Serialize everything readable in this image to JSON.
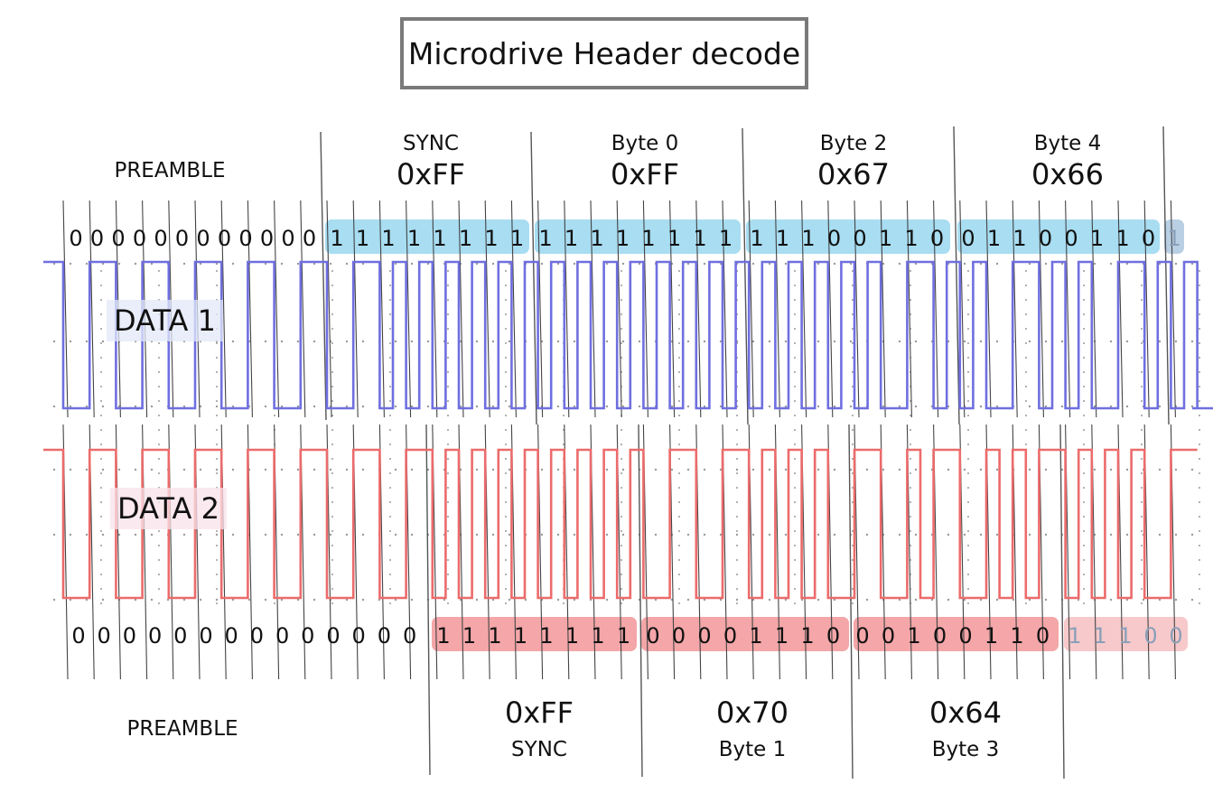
{
  "title": "Microdrive Header decode",
  "colors": {
    "data1_trace": "#6f6fe0",
    "data2_trace": "#ec6b6b",
    "data1_highlight": "#a8ddf2",
    "data2_highlight": "#f4a6a8",
    "data2_highlight_faded": "#f7c9ca",
    "grid_dots": "#9a9a9a",
    "dividers": "#555555"
  },
  "channels": {
    "data1": {
      "label": "DATA 1"
    },
    "data2": {
      "label": "DATA 2"
    }
  },
  "top_groups": [
    {
      "name": "PREAMBLE",
      "value": ""
    },
    {
      "name": "SYNC",
      "value": "0xFF"
    },
    {
      "name": "Byte 0",
      "value": "0xFF"
    },
    {
      "name": "Byte 2",
      "value": "0x67"
    },
    {
      "name": "Byte 4",
      "value": "0x66"
    }
  ],
  "bottom_groups": [
    {
      "name": "PREAMBLE",
      "value": ""
    },
    {
      "name": "SYNC",
      "value": "0xFF"
    },
    {
      "name": "Byte 1",
      "value": "0x70"
    },
    {
      "name": "Byte 3",
      "value": "0x64"
    }
  ],
  "data1_bits": {
    "preamble": [
      "0",
      "0",
      "0",
      "0",
      "0",
      "0",
      "0",
      "0",
      "0",
      "0",
      "0",
      "0"
    ],
    "sync": [
      "1",
      "1",
      "1",
      "1",
      "1",
      "1",
      "1",
      "1"
    ],
    "byte0": [
      "1",
      "1",
      "1",
      "1",
      "1",
      "1",
      "1",
      "1"
    ],
    "byte2": [
      "1",
      "1",
      "1",
      "0",
      "0",
      "1",
      "1",
      "0"
    ],
    "byte4": [
      "0",
      "1",
      "1",
      "0",
      "0",
      "1",
      "1",
      "0"
    ],
    "next": [
      "1"
    ]
  },
  "data2_bits": {
    "preamble": [
      "0",
      "0",
      "0",
      "0",
      "0",
      "0",
      "0",
      "0",
      "0",
      "0",
      "0",
      "0",
      "0",
      "0"
    ],
    "sync": [
      "1",
      "1",
      "1",
      "1",
      "1",
      "1",
      "1",
      "1"
    ],
    "byte1": [
      "0",
      "0",
      "0",
      "0",
      "1",
      "1",
      "1",
      "0"
    ],
    "byte3": [
      "0",
      "0",
      "1",
      "0",
      "0",
      "1",
      "1",
      "0"
    ],
    "next": [
      "1",
      "1",
      "1",
      "0",
      "0"
    ]
  }
}
